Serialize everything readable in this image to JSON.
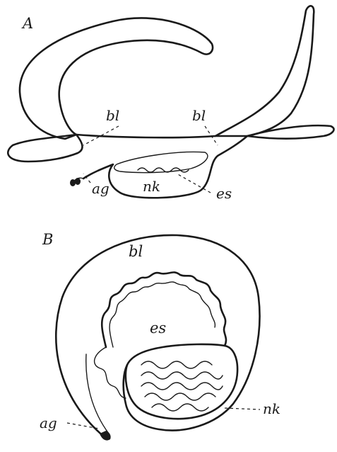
{
  "figure_a": {
    "panel_label": "A",
    "labels": {
      "bl_left": "bl",
      "bl_right": "bl",
      "ag": "ag",
      "nk": "nk",
      "es": "es"
    }
  },
  "figure_b": {
    "panel_label": "B",
    "labels": {
      "bl": "bl",
      "es": "es",
      "ag": "ag",
      "nk": "nk"
    }
  },
  "colors": {
    "ink": "#1a1a1a",
    "background": "#ffffff"
  }
}
